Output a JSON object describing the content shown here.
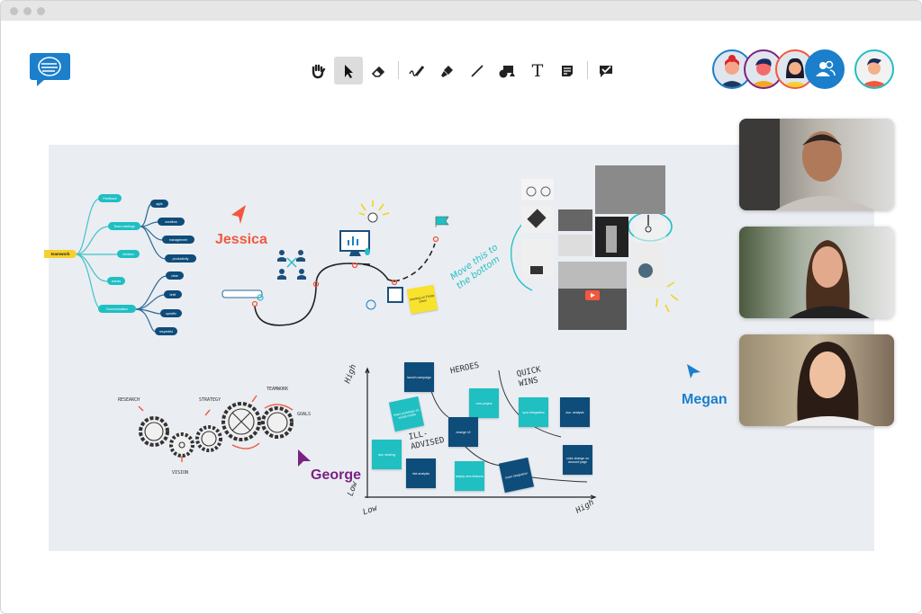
{
  "toolbar": {
    "tools": [
      {
        "name": "hand",
        "selected": false
      },
      {
        "name": "select",
        "selected": true
      },
      {
        "name": "eraser",
        "selected": false
      },
      {
        "name": "pen",
        "selected": false
      },
      {
        "name": "highlighter",
        "selected": false
      },
      {
        "name": "line",
        "selected": false
      },
      {
        "name": "shapes",
        "selected": false
      },
      {
        "name": "text",
        "selected": false
      },
      {
        "name": "sticky-note",
        "selected": false
      },
      {
        "name": "comment",
        "selected": false
      }
    ],
    "text_tool_glyph": "T"
  },
  "participants": {
    "colors": [
      "#1b7fcb",
      "#7b2182",
      "#f2583e",
      "#1b7fcb",
      "#1fbfc2"
    ]
  },
  "cursors": {
    "jessica": {
      "name": "Jessica",
      "color": "#f2583e"
    },
    "george": {
      "name": "George",
      "color": "#7b2182"
    },
    "megan": {
      "name": "Megan",
      "color": "#1b7fcb"
    }
  },
  "mindmap": {
    "root": "teamwork",
    "branches": [
      "Feedback",
      "Team meetings",
      "Ideation",
      "events",
      "Communication"
    ],
    "leaves": [
      "agile",
      "workflow",
      "management",
      "productivity",
      "clear",
      "brief",
      "specific",
      "respectful"
    ]
  },
  "journey": {
    "sticky": "meeting on Friday 10am"
  },
  "annotation": "Move this to the bottom",
  "gears": {
    "labels": [
      "RESEARCH",
      "STRATEGY",
      "TEAMWORK",
      "GOALS",
      "VISION"
    ]
  },
  "matrix": {
    "y_high": "High",
    "y_low": "Low",
    "x_low": "Low",
    "x_high": "High",
    "zones": {
      "heroes": "HEROES",
      "quick_wins": "QUICK WINS",
      "ill_advised": "ILL-ADVISED"
    },
    "notes": [
      "launch campaign",
      "share prototype on social media",
      "new project",
      "sync integration",
      "doc. analysis",
      "change UI",
      "doc. sharing",
      "risk analysis",
      "deploy new features",
      "team integration",
      "color change on account page"
    ]
  }
}
